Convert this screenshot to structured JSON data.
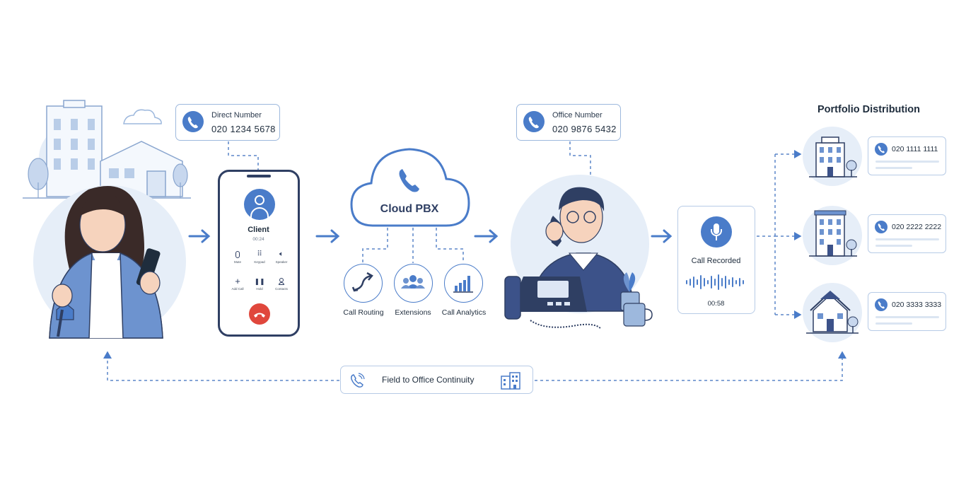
{
  "direct_callout": {
    "label": "Direct Number",
    "number": "020 1234 5678",
    "icon": "phone-icon"
  },
  "office_callout": {
    "label": "Office Number",
    "number": "020 9876 5432",
    "icon": "phone-icon"
  },
  "phone": {
    "title": "Client",
    "timer": "00:24",
    "buttons": [
      "Mute",
      "Keypad",
      "Speaker",
      "Add Call",
      "Hold",
      "Contacts"
    ],
    "end_icon": "hang-up-icon"
  },
  "cloud": {
    "label": "Cloud PBX",
    "icon": "phone-icon"
  },
  "features": [
    {
      "label": "Call Routing",
      "icon": "routing-icon"
    },
    {
      "label": "Extensions",
      "icon": "people-icon"
    },
    {
      "label": "Call Analytics",
      "icon": "bar-chart-icon"
    }
  ],
  "recorded": {
    "label": "Call Recorded",
    "time": "00:58",
    "icon": "microphone-icon"
  },
  "portfolio": {
    "title": "Portfolio Distribution",
    "numbers": [
      "020 1111 1111",
      "020 2222 2222",
      "020 3333 3333"
    ]
  },
  "continuity": {
    "label": "Field to Office Continuity",
    "icon_left": "phone-icon",
    "icon_right": "office-building-icon"
  },
  "colors": {
    "accent": "#4a7cc9",
    "navy": "#2f3f63",
    "light": "#e6eef8",
    "red": "#e0473c"
  }
}
